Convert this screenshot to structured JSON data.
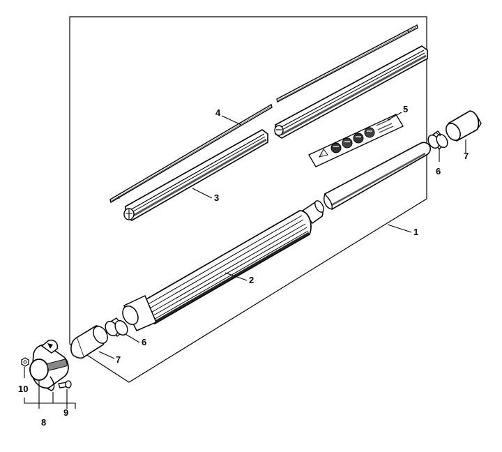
{
  "callouts": {
    "c1": "1",
    "c2": "2",
    "c3": "3",
    "c4": "4",
    "c5": "5",
    "c6a": "6",
    "c6b": "6",
    "c7a": "7",
    "c7b": "7",
    "c8": "8",
    "c9": "9",
    "c10": "10"
  },
  "icons": [
    "warning-triangle-icon",
    "read-manual-icon",
    "eye-protection-icon",
    "hearing-protection-icon",
    "gloves-icon"
  ],
  "colors": {
    "line": "#000000",
    "shade": "#666666",
    "shade_dark": "#333333",
    "background": "#ffffff"
  }
}
